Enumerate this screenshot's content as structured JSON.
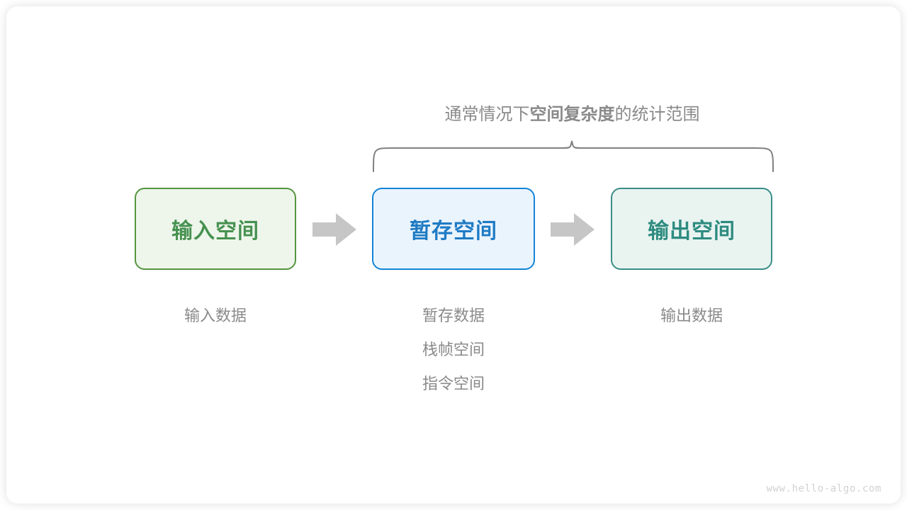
{
  "diagram": {
    "brace_caption": {
      "prefix": "通常情况下",
      "emphasis": "空间复杂度",
      "suffix": "的统计范围"
    },
    "boxes": [
      {
        "label": "输入空间",
        "accent": "#479150",
        "border": "#55953f",
        "fill": "#eef6ec"
      },
      {
        "label": "暂存空间",
        "accent": "#1f7bc4",
        "border": "#1484d6",
        "fill": "#eaf4fd"
      },
      {
        "label": "输出空间",
        "accent": "#2e8b80",
        "border": "#3a8d88",
        "fill": "#e9f4f1"
      }
    ],
    "arrows": [
      {
        "name": "arrow-input-to-temp"
      },
      {
        "name": "arrow-temp-to-output"
      }
    ],
    "arrow_color": "#c6c6c6",
    "brace_color": "#808080",
    "captions": {
      "input": [
        "输入数据"
      ],
      "temp": [
        "暂存数据",
        "栈帧空间",
        "指令空间"
      ],
      "output": [
        "输出数据"
      ]
    },
    "caption_color": "#8a8a8a"
  },
  "watermark": "www.hello-algo.com"
}
